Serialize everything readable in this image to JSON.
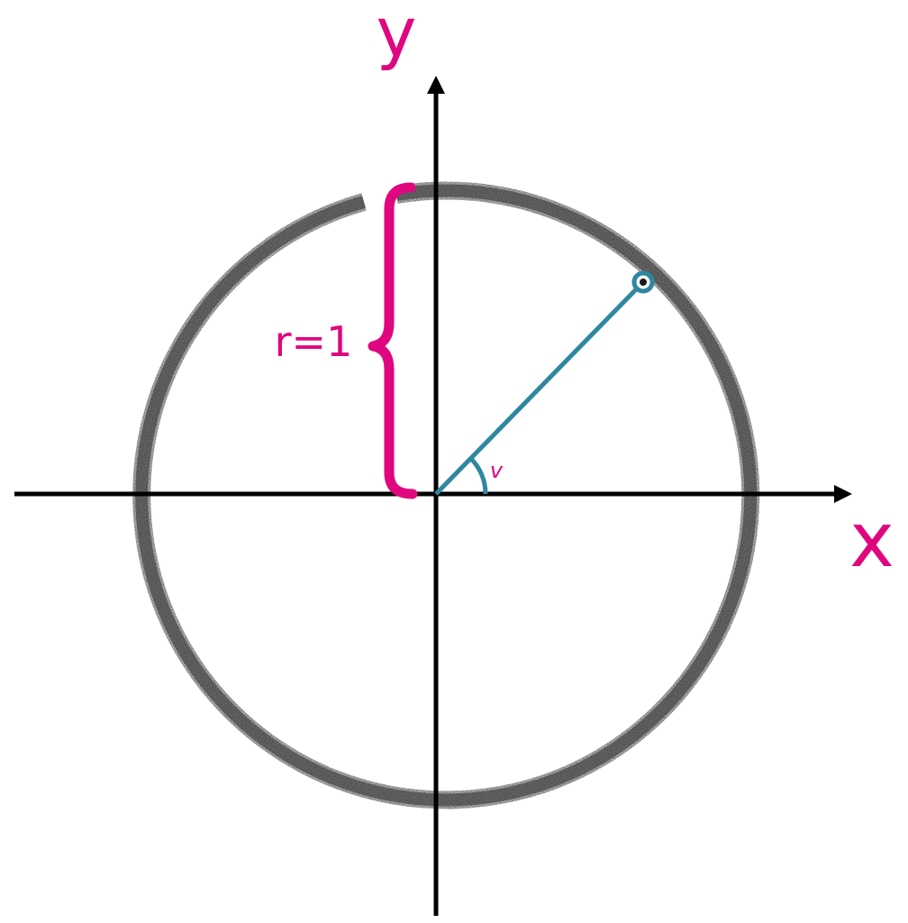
{
  "labels": {
    "x_axis": "x",
    "y_axis": "y",
    "radius": "r=1",
    "angle": "v"
  },
  "colors": {
    "background": "#ffffff",
    "axes": "#000000",
    "circle": "#1a1a1a",
    "brace": "#e0067f",
    "label": "#e0067f",
    "radius_line": "#2f87a0"
  },
  "geometry_semantics": {
    "radius_value": 1,
    "angle_degrees": 45
  }
}
